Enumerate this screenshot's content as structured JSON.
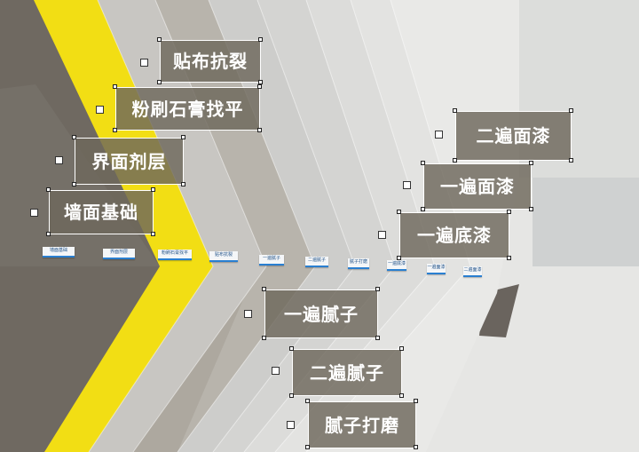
{
  "labels": {
    "tiebu": "贴布抗裂",
    "fenshua": "粉刷石膏找平",
    "jiemian": "界面剂层",
    "qiangmian": "墙面基础",
    "erbian_mianqi": "二遍面漆",
    "yibian_mianqi": "一遍面漆",
    "yibian_diqi": "一遍底漆",
    "yibian_nizi": "一遍腻子",
    "erbian_nizi": "二遍腻子",
    "nizi_damo": "腻子打磨"
  },
  "plates": [
    "墙面基础",
    "界面剂层",
    "粉刷石膏找平",
    "贴布抗裂",
    "一遍腻子",
    "二遍腻子",
    "腻子打磨",
    "一遍底漆",
    "一遍面漆",
    "二遍面漆"
  ],
  "colors": {
    "yellow_band": "#f2de14",
    "concrete": "#6f6961",
    "label_fill": "#6e685c",
    "plate_stripe": "#2a7fd0"
  }
}
